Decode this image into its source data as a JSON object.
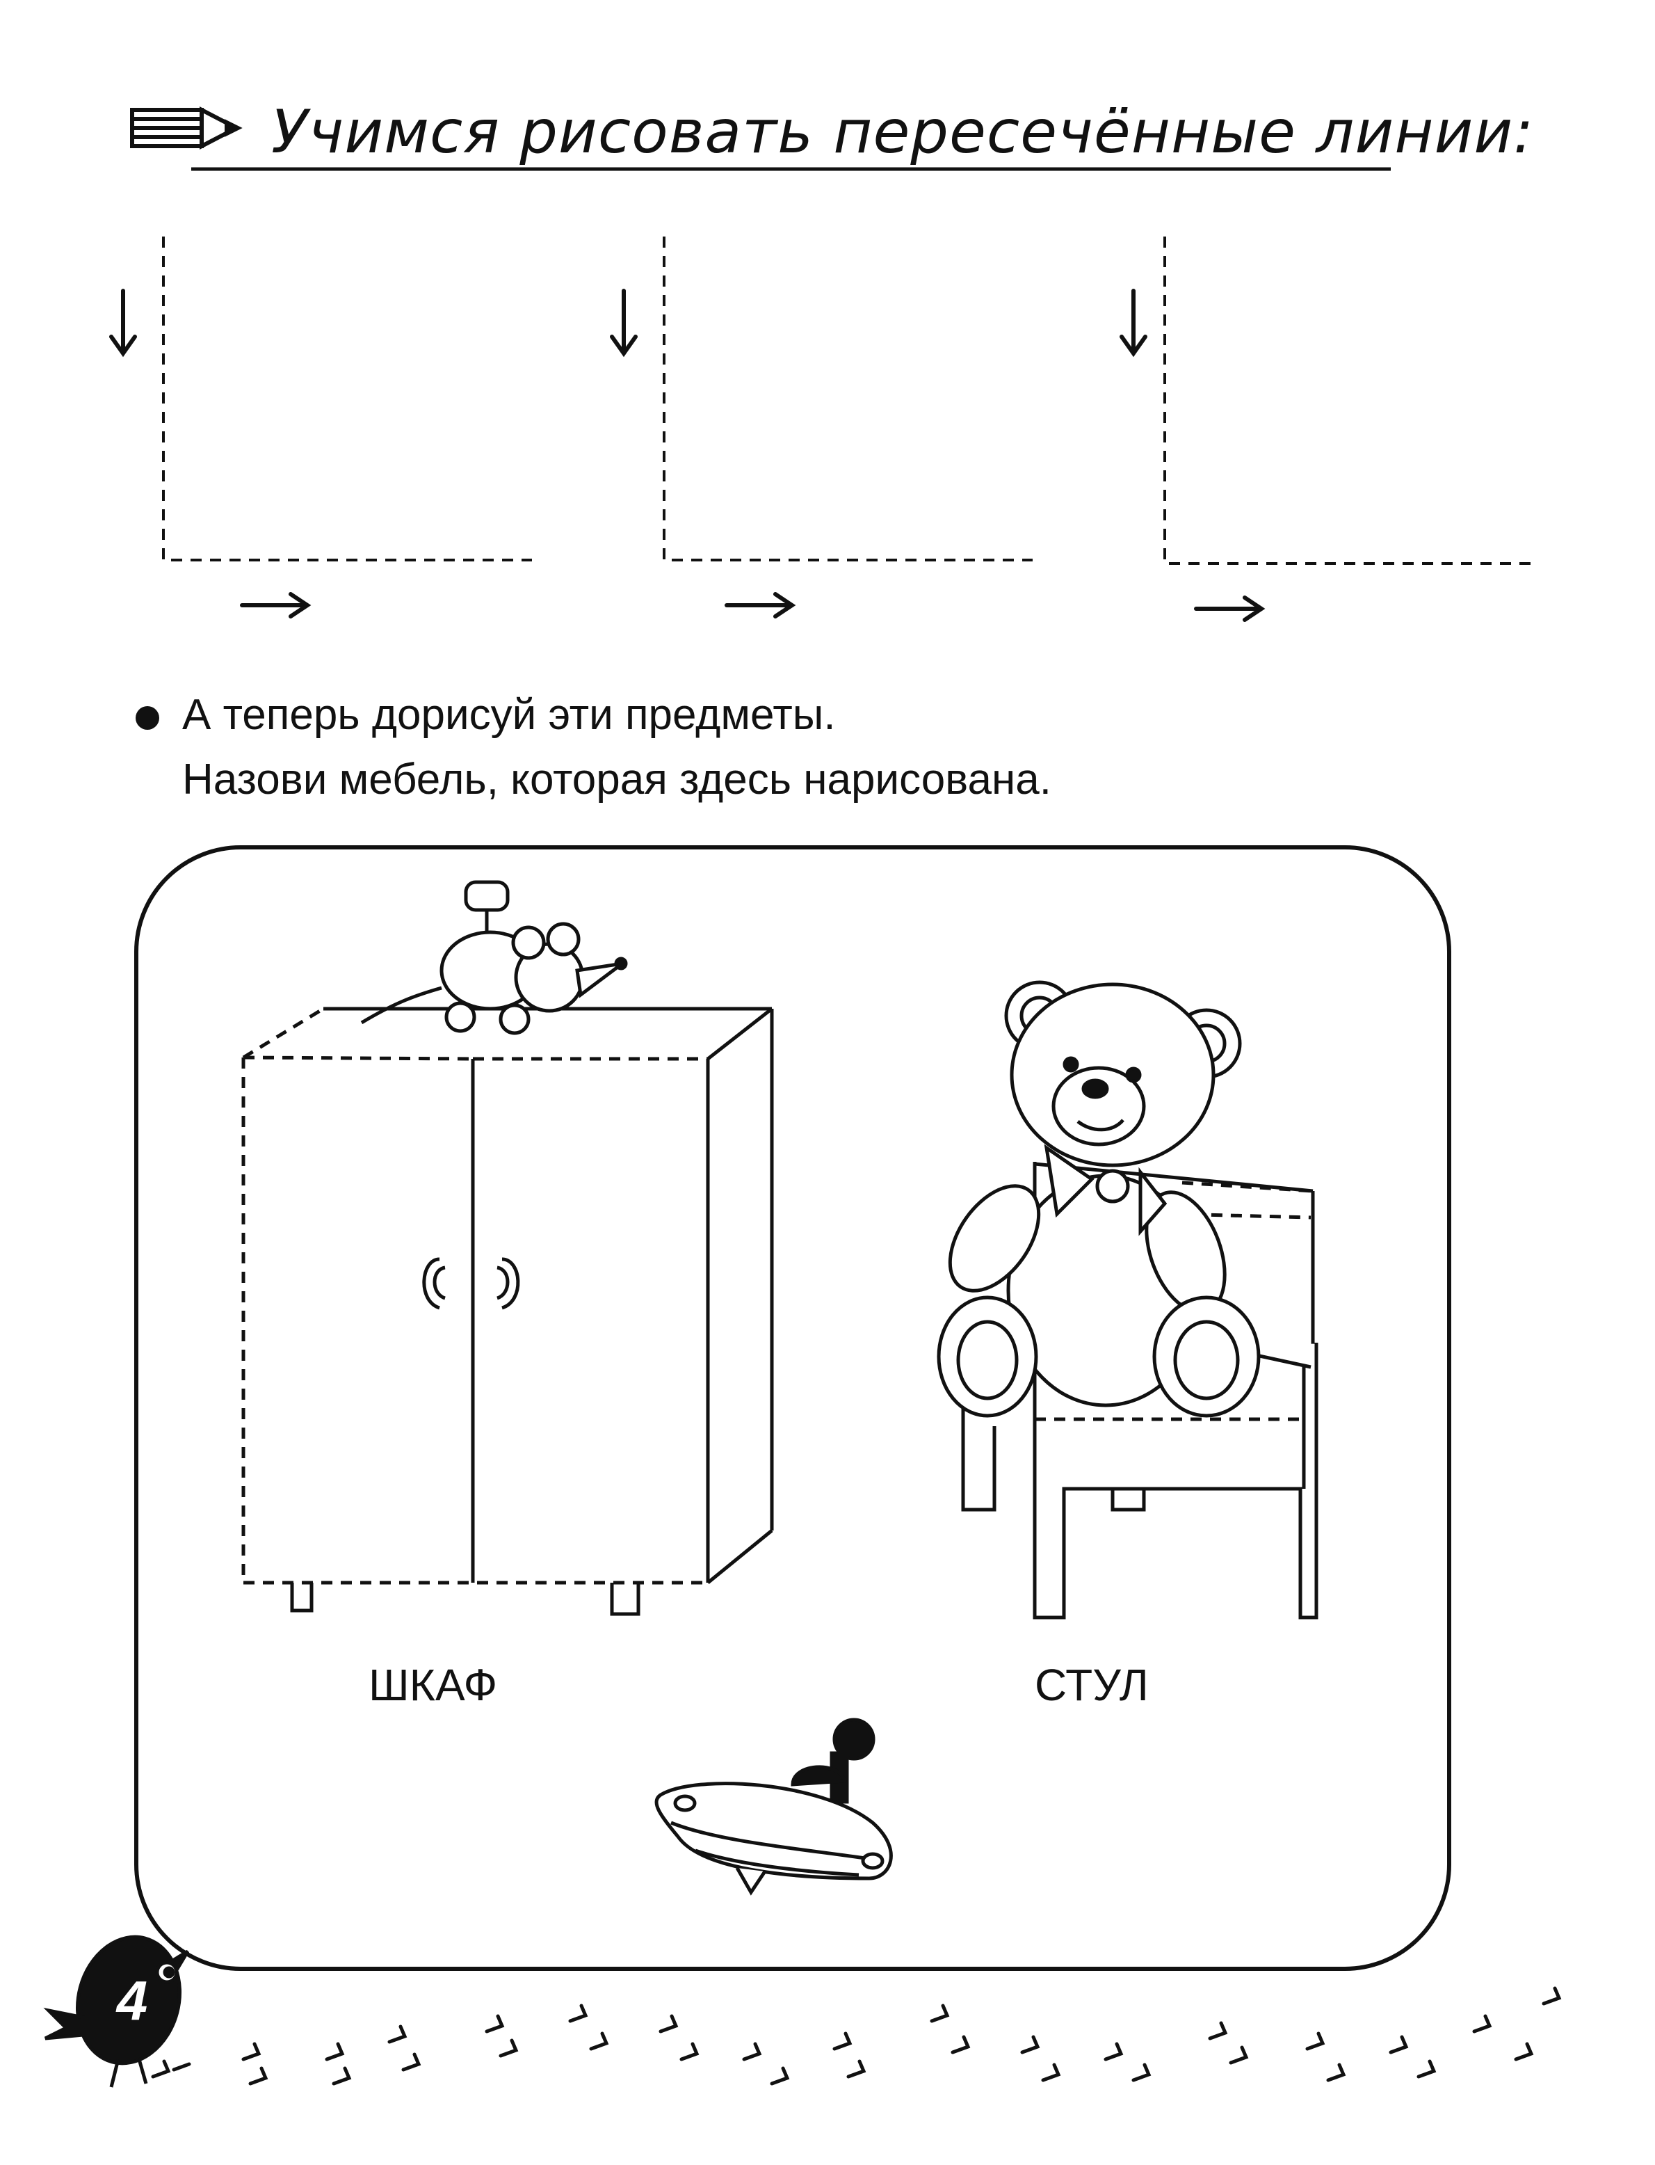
{
  "heading": "Учимся рисовать пересечённые линии:",
  "instructions": {
    "line1": "А теперь дорисуй эти предметы.",
    "line2": "Назови мебель, которая здесь нарисована."
  },
  "labels": {
    "cabinet": "ШКАФ",
    "chair": "СТУЛ"
  },
  "page_number": "4",
  "colors": {
    "ink": "#111111",
    "paper": "#ffffff"
  },
  "icons": [
    "pencil-icon",
    "arrow-down-icon",
    "arrow-right-icon",
    "bullet-icon",
    "mouse-toy-icon",
    "teddy-bear-icon",
    "spinning-top-icon",
    "bird-icon"
  ]
}
